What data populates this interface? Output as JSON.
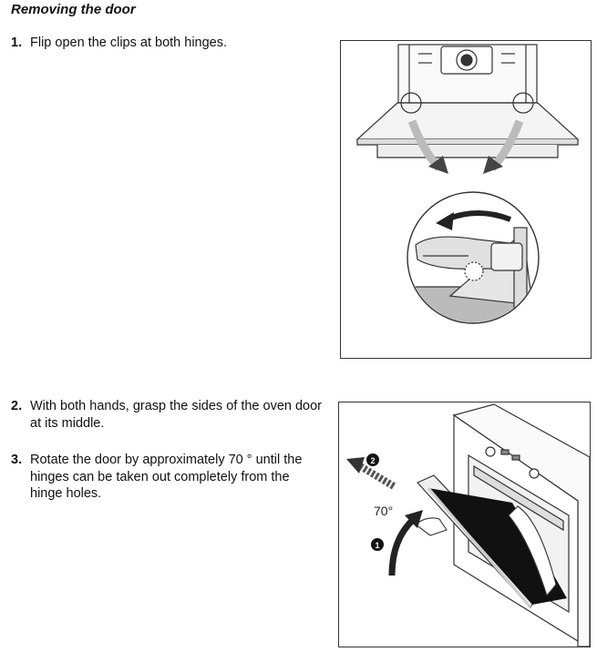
{
  "title": "Removing the door",
  "steps": [
    {
      "num": "1.",
      "text": "Flip open the clips at both hinges."
    },
    {
      "num": "2.",
      "text": "With both hands, grasp the sides of the oven door at its middle."
    },
    {
      "num": "3.",
      "text": "Rotate the door by approximately 70 ° until the hinges can be taken out completely from the hinge holes."
    }
  ],
  "figure2": {
    "angle_label": "70°",
    "marker_1": "1",
    "marker_2": "2"
  }
}
